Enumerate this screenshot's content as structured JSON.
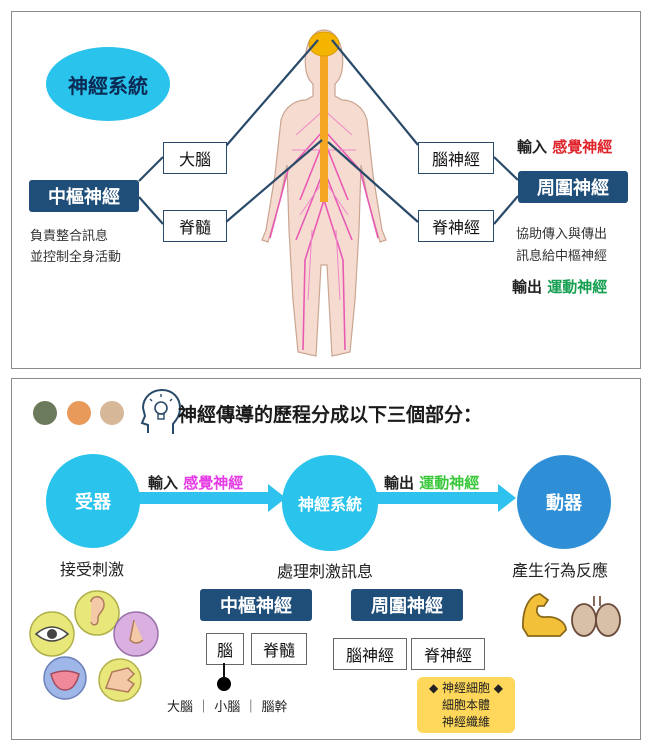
{
  "top": {
    "title_bubble": "神經系統",
    "central": {
      "label": "中樞神經",
      "desc_line1": "負責整合訊息",
      "desc_line2": "並控制全身活動",
      "brain": "大腦",
      "spinal_cord": "脊髓"
    },
    "peripheral": {
      "label": "周圍神經",
      "cranial": "腦神經",
      "spinal": "脊神經",
      "desc_line1": "協助傳入與傳出",
      "desc_line2": "訊息給中樞神經",
      "input_prefix": "輸入",
      "input_name": "感覺神經",
      "output_prefix": "輸出",
      "output_name": "運動神經"
    }
  },
  "bottom": {
    "heading": "神經傳導的歷程分成以下三個部分：",
    "receptor": "受器",
    "receptor_caption": "接受刺激",
    "nervous_system": "神經系統",
    "ns_caption": "處理刺激訊息",
    "effector": "動器",
    "effector_caption": "產生行為反應",
    "arrow1_prefix": "輸入",
    "arrow1_name": "感覺神經",
    "arrow2_prefix": "輸出",
    "arrow2_name": "運動神經",
    "central": "中樞神經",
    "brain": "腦",
    "spinal_cord": "脊髓",
    "brain_parts": "大腦 ｜ 小腦 ｜ 腦幹",
    "peripheral": "周圍神經",
    "cranial": "腦神經",
    "spinal": "脊神經",
    "note_line1": "◆ 神經細胞 ◆",
    "note_line2": "細胞本體",
    "note_line3": "神經纖維"
  },
  "colors": {
    "navy": "#1f4e79",
    "sky": "#29b6e8",
    "effector_blue": "#2f8fd6",
    "sensory_red": "#e0242c",
    "motor_green": "#17a052",
    "sensory_magenta": "#e63ce6",
    "motor_lime": "#3cc83c",
    "note_yellow": "#ffd75a"
  }
}
